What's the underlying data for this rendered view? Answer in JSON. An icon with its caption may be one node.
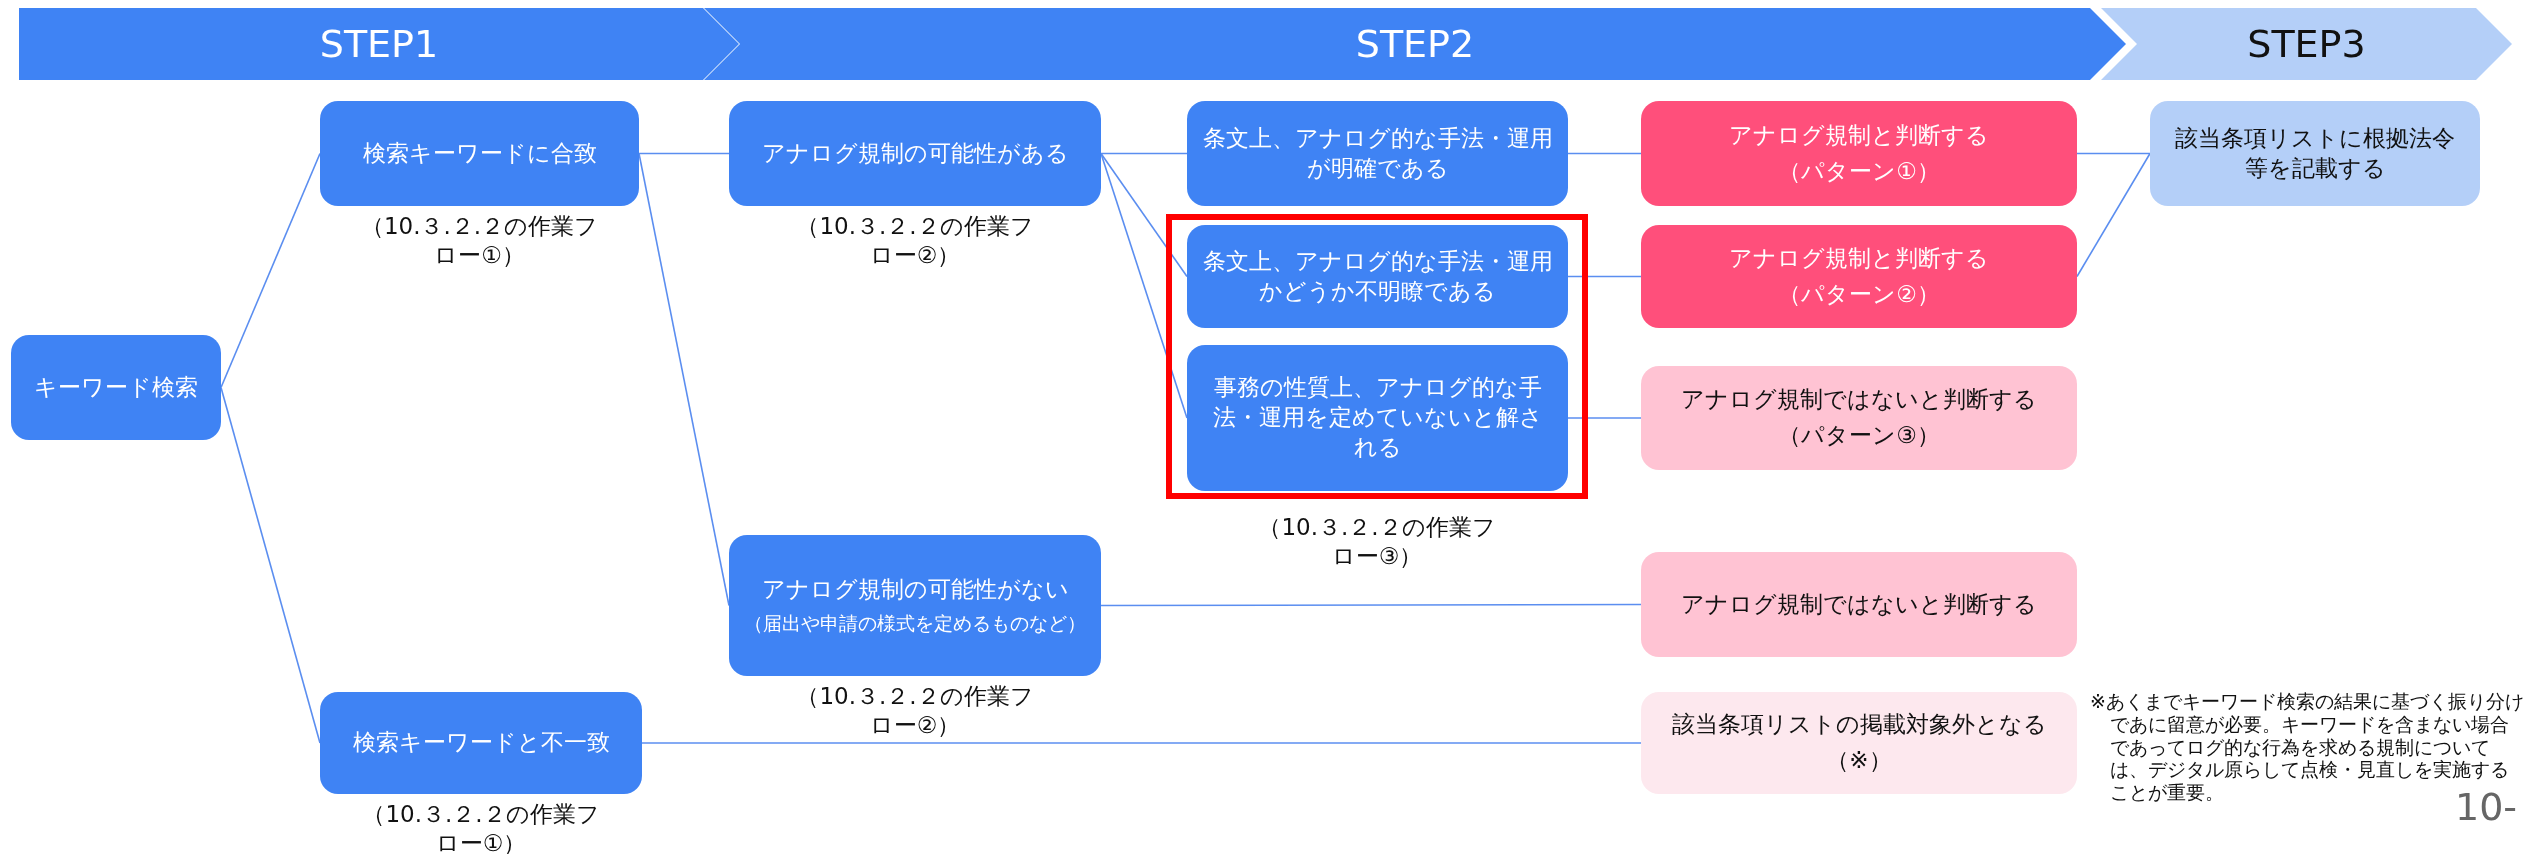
{
  "diagram": {
    "nodes": [
      {
        "text": [
          "STEP1"
        ]
      },
      {
        "text": [
          "STEP2"
        ]
      },
      {
        "text": [
          "STEP3"
        ]
      },
      {
        "text": [
          "キーワード検索"
        ]
      },
      {
        "text": [
          "検索キーワードに合致"
        ],
        "beside": [
          "（10.３.２.２の作業フロー①）"
        ]
      },
      {
        "text": [
          "検索キーワードと不一致"
        ],
        "beside": [
          "（10.３.２.２の作業フロー①）"
        ]
      },
      {
        "text": [
          "アナログ規制の可能性がある"
        ],
        "beside": [
          "（10.３.２.２の作業フロー②）"
        ]
      },
      {
        "text": [
          "アナログ規制の可能性がない",
          "（届出や申請の様式を定めるものなど）"
        ],
        "beside": [
          "（10.３.２.２の作業フロー②）"
        ]
      },
      {
        "text": [
          "条文上、アナログ的な手法・運用が明確である"
        ]
      },
      {
        "text": [],
        "shape": "box",
        "beside": [
          "（10.３.２.２の作業フロー③）"
        ]
      },
      {
        "text": [
          "条文上、アナログ的な手法・運用かどうか不明瞭である"
        ],
        "in": 9
      },
      {
        "text": [
          "事務の性質上、アナログ的な手法・運用を定めていないと解される"
        ],
        "in": 9
      },
      {
        "text": [
          "アナログ規制と判断する",
          "（パターン①）"
        ]
      },
      {
        "text": [
          "アナログ規制と判断する",
          "（パターン②）"
        ]
      },
      {
        "text": [
          "アナログ規制ではないと判断する",
          "（パターン③）"
        ]
      },
      {
        "text": [
          "アナログ規制ではないと判断する"
        ]
      },
      {
        "text": [
          "該当条項リストの掲載対象外となる",
          "（※）"
        ]
      },
      {
        "text": [
          "該当条項リストに根拠法令等を記載する"
        ]
      }
    ],
    "edges": [
      {
        "from": 3,
        "to": 4,
        "arrow": "none"
      },
      {
        "from": 3,
        "to": 5,
        "arrow": "none"
      },
      {
        "from": 4,
        "to": 6,
        "arrow": "none"
      },
      {
        "from": 4,
        "to": 7,
        "arrow": "none"
      },
      {
        "from": 6,
        "to": 8,
        "arrow": "none"
      },
      {
        "from": 6,
        "to": 10,
        "arrow": "none"
      },
      {
        "from": 6,
        "to": 11,
        "arrow": "none"
      },
      {
        "from": 8,
        "to": 12,
        "arrow": "none"
      },
      {
        "from": 10,
        "to": 13,
        "arrow": "none"
      },
      {
        "from": 11,
        "to": 14,
        "arrow": "none"
      },
      {
        "from": 7,
        "to": 15,
        "arrow": "none"
      },
      {
        "from": 5,
        "to": 16,
        "arrow": "none"
      },
      {
        "from": 12,
        "to": 17,
        "arrow": "none"
      },
      {
        "from": 13,
        "to": 17,
        "arrow": "none"
      }
    ],
    "labels": [
      "※あくまでキーワード検索の結果に基づく振り分けであに留意が必要。キーワードを含まない場合であってログ的な行為を求める規制については、デジタル原らして点検・見直しを実施することが重要。",
      "10-"
    ]
  }
}
